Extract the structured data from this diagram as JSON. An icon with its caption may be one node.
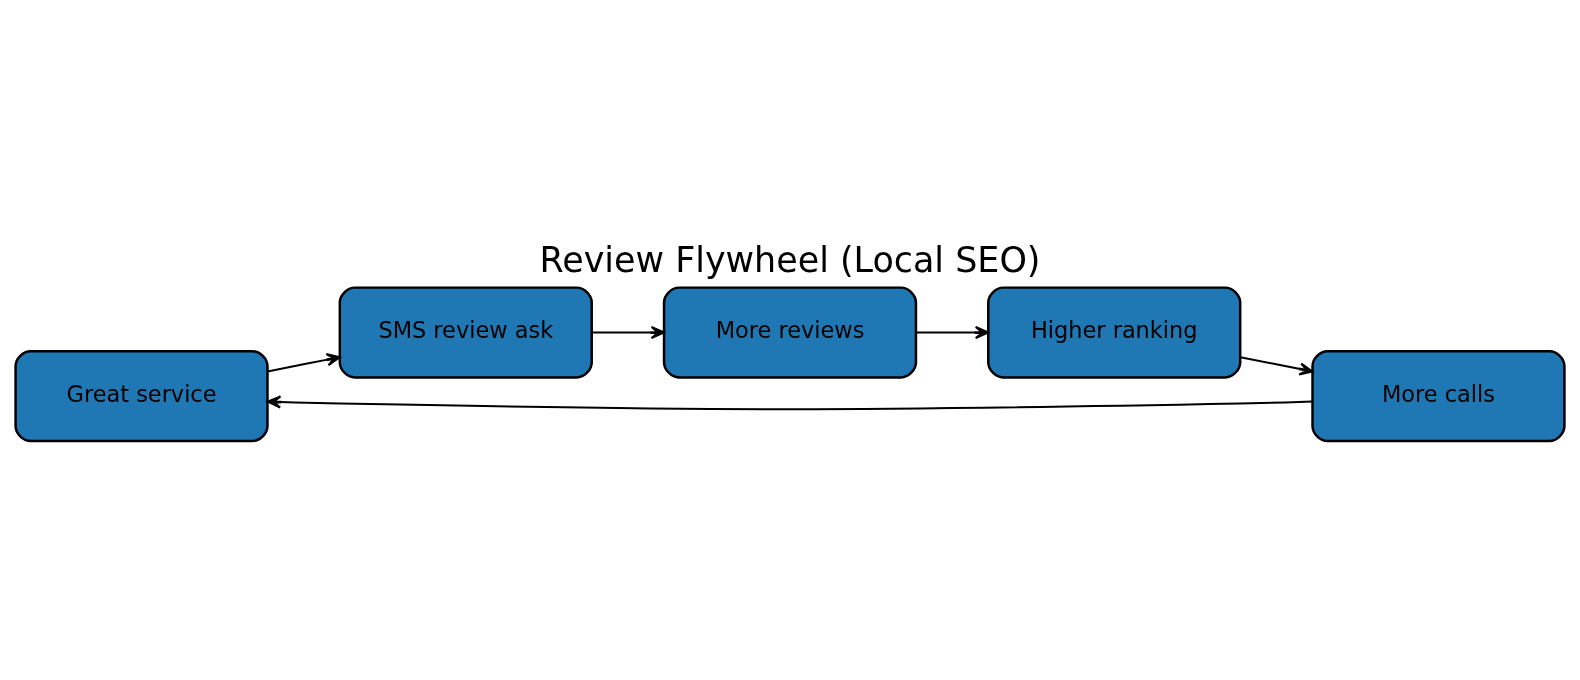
{
  "diagram": {
    "title": "Review Flywheel (Local SEO)",
    "nodes": [
      {
        "text": [
          "Great service"
        ]
      },
      {
        "text": [
          "SMS review ask"
        ]
      },
      {
        "text": [
          "More reviews"
        ]
      },
      {
        "text": [
          "Higher ranking"
        ]
      },
      {
        "text": [
          "More calls"
        ]
      }
    ],
    "edges": [
      {
        "from": 0,
        "to": 1,
        "arrow": "to"
      },
      {
        "from": 1,
        "to": 2,
        "arrow": "to"
      },
      {
        "from": 2,
        "to": 3,
        "arrow": "to"
      },
      {
        "from": 3,
        "to": 4,
        "arrow": "to"
      },
      {
        "from": 4,
        "to": 0,
        "arrow": "to"
      }
    ]
  }
}
